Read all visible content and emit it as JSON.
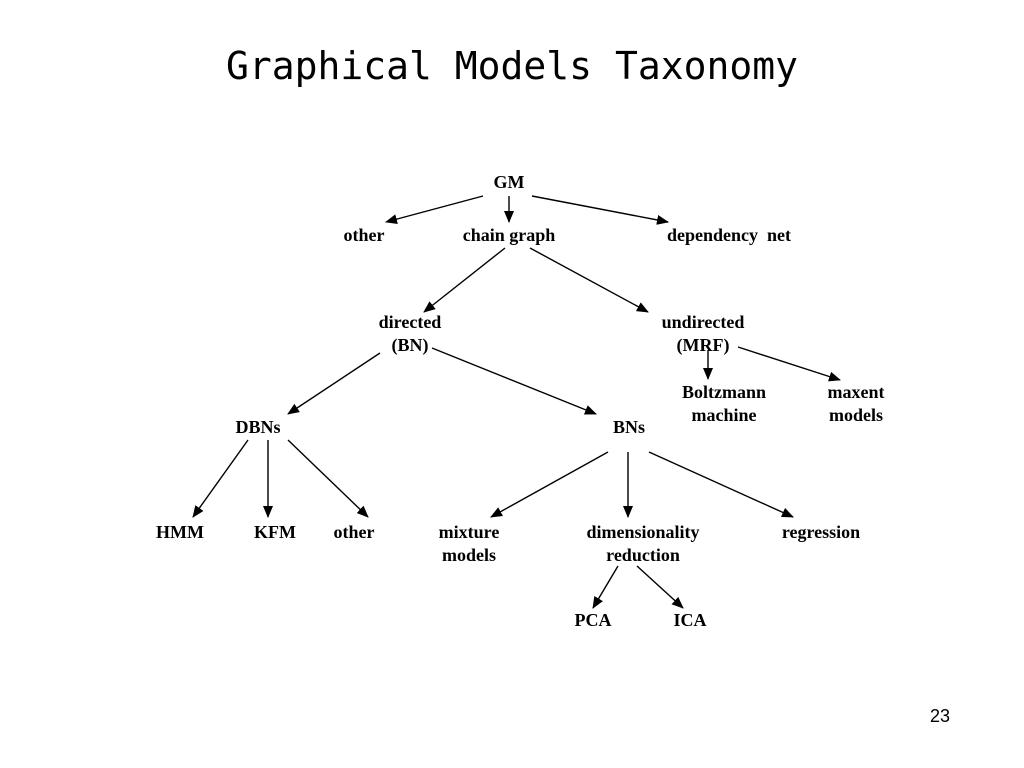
{
  "slide": {
    "title": "Graphical Models Taxonomy",
    "page_number": "23"
  },
  "diagram": {
    "nodes": {
      "gm": [
        "GM"
      ],
      "other_top": [
        "other"
      ],
      "chain_graph": [
        "chain graph"
      ],
      "dependency_net": [
        "dependency  net"
      ],
      "directed": [
        "directed",
        "(BN)"
      ],
      "undirected": [
        "undirected",
        "(MRF)"
      ],
      "boltzmann": [
        "Boltzmann",
        "machine"
      ],
      "maxent": [
        "maxent",
        "models"
      ],
      "dbns": [
        "DBNs"
      ],
      "bns": [
        "BNs"
      ],
      "hmm": [
        "HMM"
      ],
      "kfm": [
        "KFM"
      ],
      "other_dbn": [
        "other"
      ],
      "mixture": [
        "mixture",
        "models"
      ],
      "dimred": [
        "dimensionality",
        "reduction"
      ],
      "regression": [
        "regression"
      ],
      "pca": [
        "PCA"
      ],
      "ica": [
        "ICA"
      ]
    },
    "edges": [
      [
        "gm",
        "other_top"
      ],
      [
        "gm",
        "chain_graph"
      ],
      [
        "gm",
        "dependency_net"
      ],
      [
        "chain_graph",
        "directed"
      ],
      [
        "chain_graph",
        "undirected"
      ],
      [
        "undirected",
        "boltzmann"
      ],
      [
        "undirected",
        "maxent"
      ],
      [
        "directed",
        "dbns"
      ],
      [
        "directed",
        "bns"
      ],
      [
        "dbns",
        "hmm"
      ],
      [
        "dbns",
        "kfm"
      ],
      [
        "dbns",
        "other_dbn"
      ],
      [
        "bns",
        "mixture"
      ],
      [
        "bns",
        "dimred"
      ],
      [
        "bns",
        "regression"
      ],
      [
        "dimred",
        "pca"
      ],
      [
        "dimred",
        "ica"
      ]
    ]
  }
}
